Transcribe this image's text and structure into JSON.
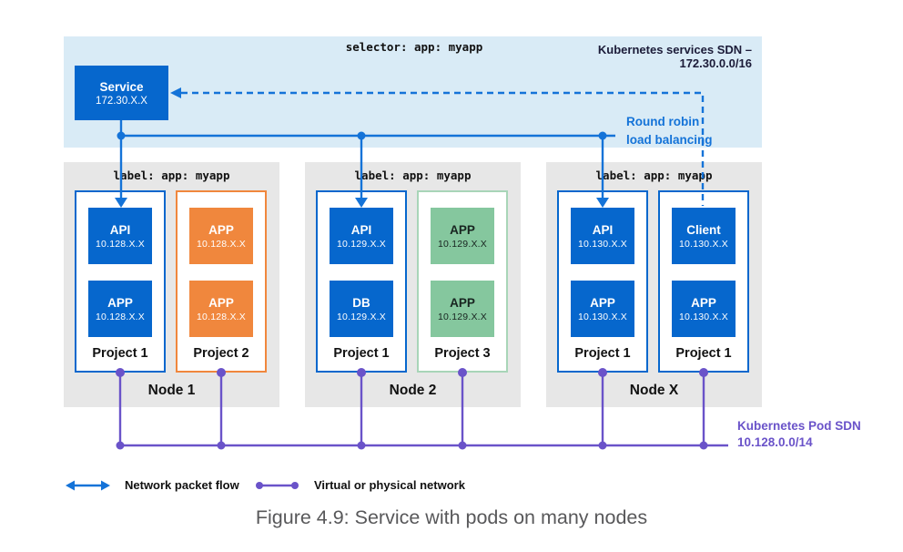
{
  "colors": {
    "blue": "#0667cd",
    "blue_line": "#1473d8",
    "orange": "#f0873d",
    "green": "#85c79e",
    "green_border": "#a8d5b8",
    "purple": "#6a53c9",
    "band": "#d9ebf6",
    "node_gray": "#e7e7e7"
  },
  "services_band": {
    "selector_label": "selector: app: myapp",
    "title": "Kubernetes services SDN – 172.30.0.0/16",
    "service": {
      "name": "Service",
      "ip": "172.30.X.X"
    },
    "round_robin_line1": "Round robin",
    "round_robin_line2": "load balancing"
  },
  "nodes": [
    {
      "name": "Node 1",
      "label": "label: app: myapp",
      "projects": [
        {
          "name": "Project 1",
          "variant": "blue",
          "pods": [
            {
              "name": "API",
              "ip": "10.128.X.X"
            },
            {
              "name": "APP",
              "ip": "10.128.X.X"
            }
          ]
        },
        {
          "name": "Project 2",
          "variant": "orange",
          "pods": [
            {
              "name": "APP",
              "ip": "10.128.X.X"
            },
            {
              "name": "APP",
              "ip": "10.128.X.X"
            }
          ]
        }
      ]
    },
    {
      "name": "Node 2",
      "label": "label: app: myapp",
      "projects": [
        {
          "name": "Project 1",
          "variant": "blue",
          "pods": [
            {
              "name": "API",
              "ip": "10.129.X.X"
            },
            {
              "name": "DB",
              "ip": "10.129.X.X"
            }
          ]
        },
        {
          "name": "Project 3",
          "variant": "green",
          "pods": [
            {
              "name": "APP",
              "ip": "10.129.X.X"
            },
            {
              "name": "APP",
              "ip": "10.129.X.X"
            }
          ]
        }
      ]
    },
    {
      "name": "Node X",
      "label": "label: app: myapp",
      "projects": [
        {
          "name": "Project 1",
          "variant": "blue",
          "pods": [
            {
              "name": "API",
              "ip": "10.130.X.X"
            },
            {
              "name": "APP",
              "ip": "10.130.X.X"
            }
          ]
        },
        {
          "name": "Project 1",
          "variant": "blue",
          "pods": [
            {
              "name": "Client",
              "ip": "10.130.X.X"
            },
            {
              "name": "APP",
              "ip": "10.130.X.X"
            }
          ]
        }
      ]
    }
  ],
  "pod_sdn": {
    "line1": "Kubernetes Pod SDN",
    "line2": "10.128.0.0/14"
  },
  "legend": {
    "packet_flow": "Network packet flow",
    "network": "Virtual or physical network"
  },
  "caption": "Figure 4.9: Service with pods on many nodes"
}
